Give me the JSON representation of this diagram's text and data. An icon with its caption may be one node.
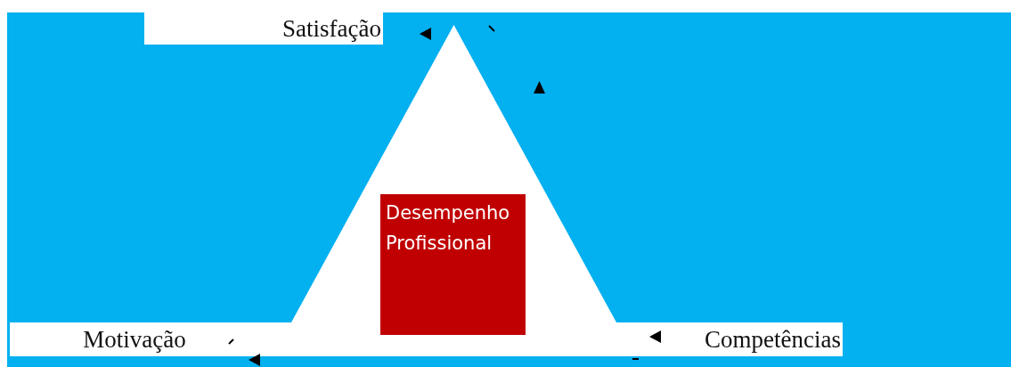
{
  "diagram": {
    "nodes": [
      {
        "text": [
          "Satisfação"
        ]
      },
      {
        "text": [],
        "shape": "triangle"
      },
      {
        "text": [
          "Desempenho Profissional"
        ],
        "in": 1
      },
      {
        "text": [
          "Motivação"
        ]
      },
      {
        "text": [
          "Competências"
        ]
      }
    ]
  }
}
